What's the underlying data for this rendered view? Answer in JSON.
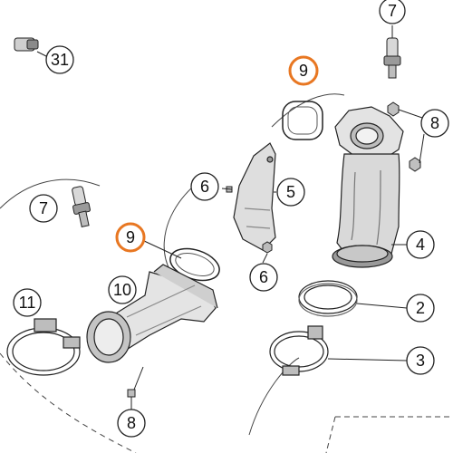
{
  "callouts": {
    "c7_top": "7",
    "c31": "31",
    "c9_top": "9",
    "c8_top": "8",
    "c6_top": "6",
    "c5": "5",
    "c7_left": "7",
    "c9_left": "9",
    "c4": "4",
    "c6_bottom": "6",
    "c11": "11",
    "c10": "10",
    "c2": "2",
    "c3": "3",
    "c8_bottom": "8"
  },
  "colors": {
    "highlight": "#e87722",
    "line": "#222222",
    "part_fill": "#e6e6e6",
    "part_dark": "#9a9a9a"
  }
}
